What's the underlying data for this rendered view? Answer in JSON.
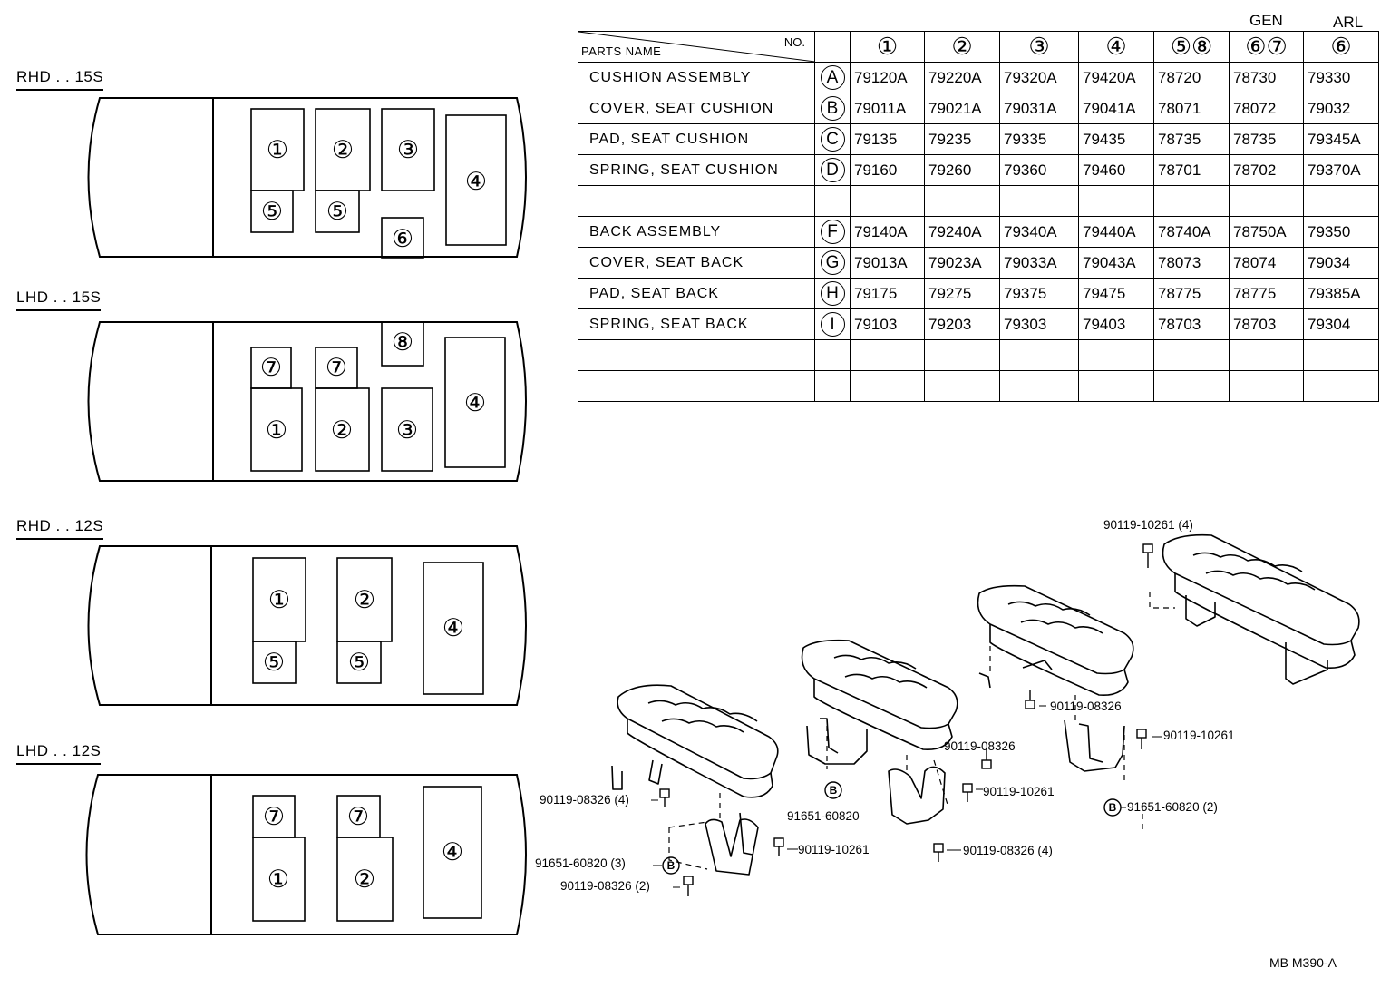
{
  "layouts": [
    {
      "label": "RHD . . 15S",
      "seats": [
        "①",
        "②",
        "③",
        "④",
        "⑤",
        "⑤",
        "⑥"
      ]
    },
    {
      "label": "LHD . . 15S",
      "seats": [
        "⑧",
        "⑦",
        "⑦",
        "④",
        "①",
        "②",
        "③"
      ]
    },
    {
      "label": "RHD . . 12S",
      "seats": [
        "①",
        "②",
        "④",
        "⑤",
        "⑤"
      ]
    },
    {
      "label": "LHD . . 12S",
      "seats": [
        "⑦",
        "⑦",
        "④",
        "①",
        "②"
      ]
    }
  ],
  "table": {
    "group_labels": {
      "gen": "GEN",
      "arl": "ARL"
    },
    "header_parts_name": "PARTS NAME",
    "header_no": "NO.",
    "columns": [
      "①",
      "②",
      "③",
      "④",
      "⑤⑧",
      "⑥⑦",
      "⑥"
    ],
    "rows": [
      {
        "name": "CUSHION ASSEMBLY",
        "ref": "A",
        "values": [
          "79120A",
          "79220A",
          "79320A",
          "79420A",
          "78720",
          "78730",
          "79330"
        ]
      },
      {
        "name": "COVER, SEAT CUSHION",
        "ref": "B",
        "values": [
          "79011A",
          "79021A",
          "79031A",
          "79041A",
          "78071",
          "78072",
          "79032"
        ]
      },
      {
        "name": "PAD, SEAT CUSHION",
        "ref": "C",
        "values": [
          "79135",
          "79235",
          "79335",
          "79435",
          "78735",
          "78735",
          "79345A"
        ]
      },
      {
        "name": "SPRING, SEAT CUSHION",
        "ref": "D",
        "values": [
          "79160",
          "79260",
          "79360",
          "79460",
          "78701",
          "78702",
          "79370A"
        ]
      },
      {
        "name": "",
        "ref": "",
        "values": [
          "",
          "",
          "",
          "",
          "",
          "",
          ""
        ]
      },
      {
        "name": "BACK ASSEMBLY",
        "ref": "F",
        "values": [
          "79140A",
          "79240A",
          "79340A",
          "79440A",
          "78740A",
          "78750A",
          "79350"
        ]
      },
      {
        "name": "COVER, SEAT BACK",
        "ref": "G",
        "values": [
          "79013A",
          "79023A",
          "79033A",
          "79043A",
          "78073",
          "78074",
          "79034"
        ]
      },
      {
        "name": "PAD, SEAT BACK",
        "ref": "H",
        "values": [
          "79175",
          "79275",
          "79375",
          "79475",
          "78775",
          "78775",
          "79385A"
        ]
      },
      {
        "name": "SPRING, SEAT BACK",
        "ref": "I",
        "values": [
          "79103",
          "79203",
          "79303",
          "79403",
          "78703",
          "78703",
          "79304"
        ]
      },
      {
        "name": "",
        "ref": "",
        "values": [
          "",
          "",
          "",
          "",
          "",
          "",
          ""
        ]
      },
      {
        "name": "",
        "ref": "",
        "values": [
          "",
          "",
          "",
          "",
          "",
          "",
          ""
        ]
      }
    ]
  },
  "callouts": {
    "c1": "90119-10261 (4)",
    "c2": "90119-08326",
    "c3": "90119-08326",
    "c4": "90119-10261",
    "c5": "91651-60820 (2)",
    "c6": "90119-10261",
    "c7": "91651-60820",
    "c8": "90119-08326 (4)",
    "c9": "90119-08326 (4)",
    "c10": "91651-60820 (3)",
    "c11": "90119-10261",
    "c12": "90119-08326 (2)"
  },
  "ref_letter_b": "B",
  "code": "MB  M390-A"
}
